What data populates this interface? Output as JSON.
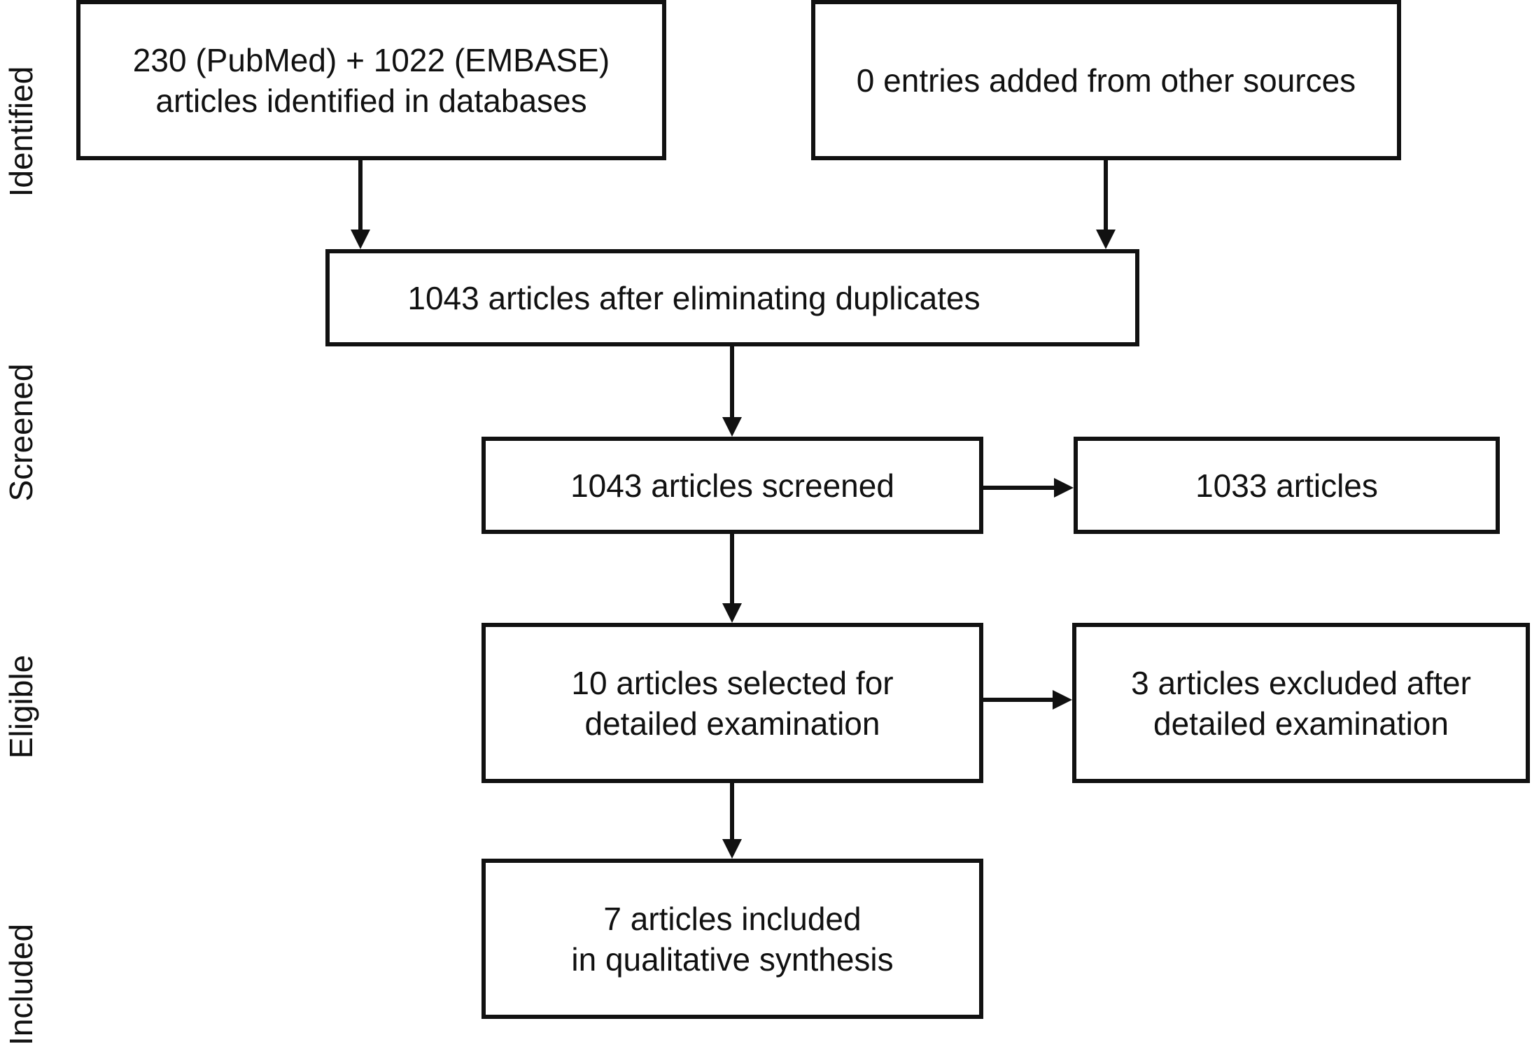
{
  "stages": {
    "identified": "Identified",
    "screened": "Screened",
    "eligible": "Eligible",
    "included": "Included"
  },
  "boxes": {
    "databases": "230 (PubMed) + 1022 (EMBASE)\narticles identified in databases",
    "other_sources": "0 entries added from other sources",
    "after_duplicates": "1043 articles after eliminating duplicates",
    "screened": "1043 articles screened",
    "excluded_screening": "1033 articles",
    "selected": "10 articles selected for\ndetailed examination",
    "excluded_examination": "3 articles excluded after\ndetailed examination",
    "included": "7 articles included\nin qualitative synthesis"
  },
  "colors": {
    "stroke": "#111111",
    "background": "#ffffff"
  }
}
